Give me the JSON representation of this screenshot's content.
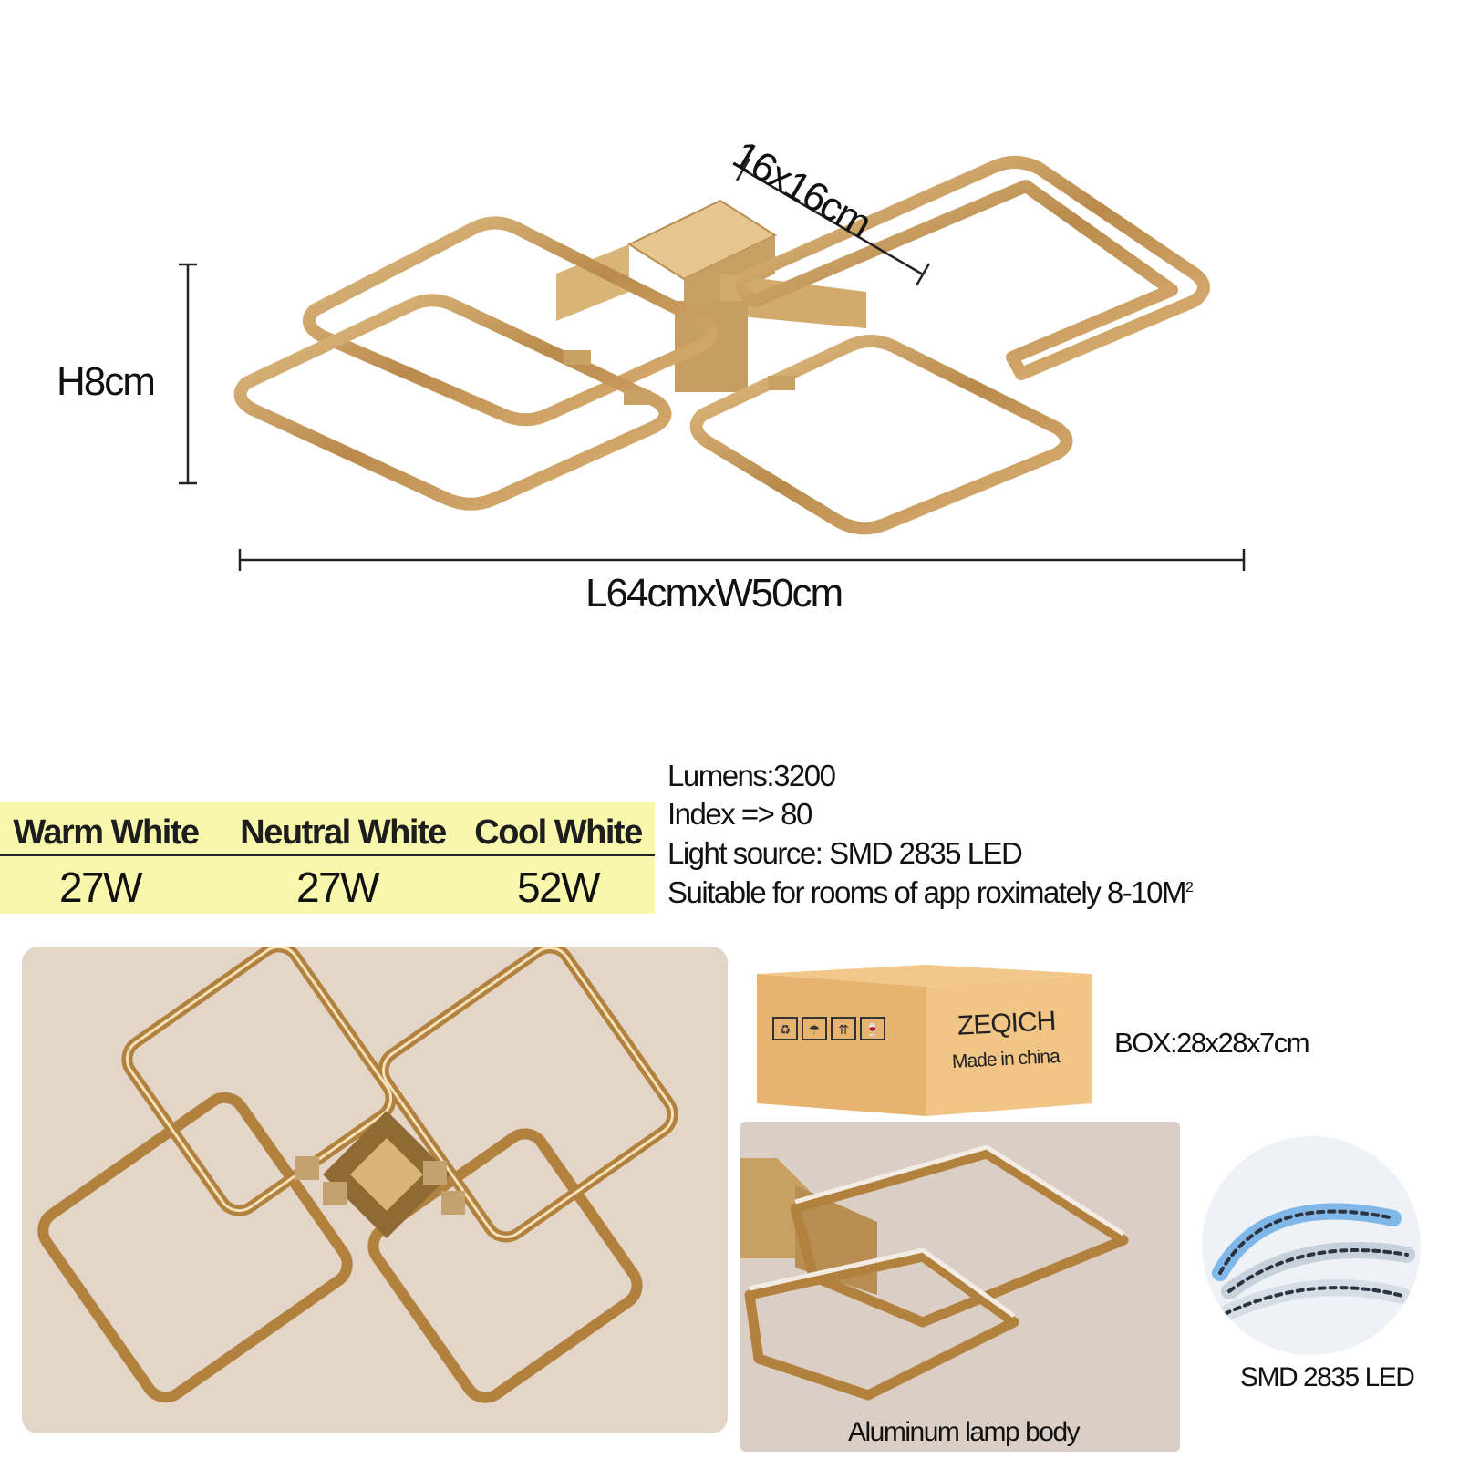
{
  "dimensions": {
    "ring_size": "16x16cm",
    "height": "H8cm",
    "length_width": "L64cmxW50cm"
  },
  "wattage_table": {
    "headers": [
      "Warm White",
      "Neutral White",
      "Cool White"
    ],
    "values": [
      "27W",
      "27W",
      "52W"
    ]
  },
  "specs": {
    "lumens": "Lumens:3200",
    "index": "Index => 80",
    "light_source": "Light source: SMD 2835 LED",
    "suitable_rooms": "Suitable for rooms of app roximately 8-10M",
    "suitable_rooms_sup": "2"
  },
  "box": {
    "brand": "ZEQICH",
    "origin": "Made in china",
    "size_label": "BOX:28x28x7cm"
  },
  "captions": {
    "lamp_body": "Aluminum lamp body",
    "led_type": "SMD 2835 LED"
  },
  "colors": {
    "gold": "#c9a064",
    "table_bg": "#f9f7ac",
    "photo_bg": "#e3d5c7",
    "box_cardboard": "#e8b877"
  }
}
